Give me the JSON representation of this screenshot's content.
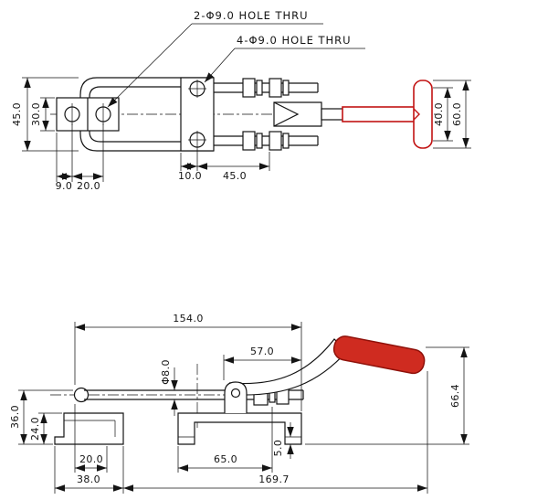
{
  "title": "Toggle latch clamp dimensioned drawing",
  "colors": {
    "line": "#141414",
    "handle_stroke": "#c21313",
    "handle_fill": "#cf2b20"
  },
  "top_view": {
    "callout_2_holes": "2-Φ9.0 HOLE THRU",
    "callout_4_holes": "4-Φ9.0 HOLE THRU",
    "dims": {
      "overall_width": "45.0",
      "block_width": "30.0",
      "edge_to_hole": "9.0",
      "hole_pitch": "20.0",
      "edge_to_base_hole": "10.0",
      "base_hole_pitch": "45.0",
      "ubolt_pitch": "40.0",
      "handle_width": "60.0"
    }
  },
  "bottom_view": {
    "dims": {
      "bar_length": "154.0",
      "rod_to_edge": "57.0",
      "bar_diameter": "Φ8.0",
      "latch_height": "36.0",
      "plate_height": "24.0",
      "hole_offset": "20.0",
      "base_length": "65.0",
      "foot_thickness": "5.0",
      "latch_width": "38.0",
      "overall_length": "169.7",
      "overall_height": "66.4"
    }
  }
}
